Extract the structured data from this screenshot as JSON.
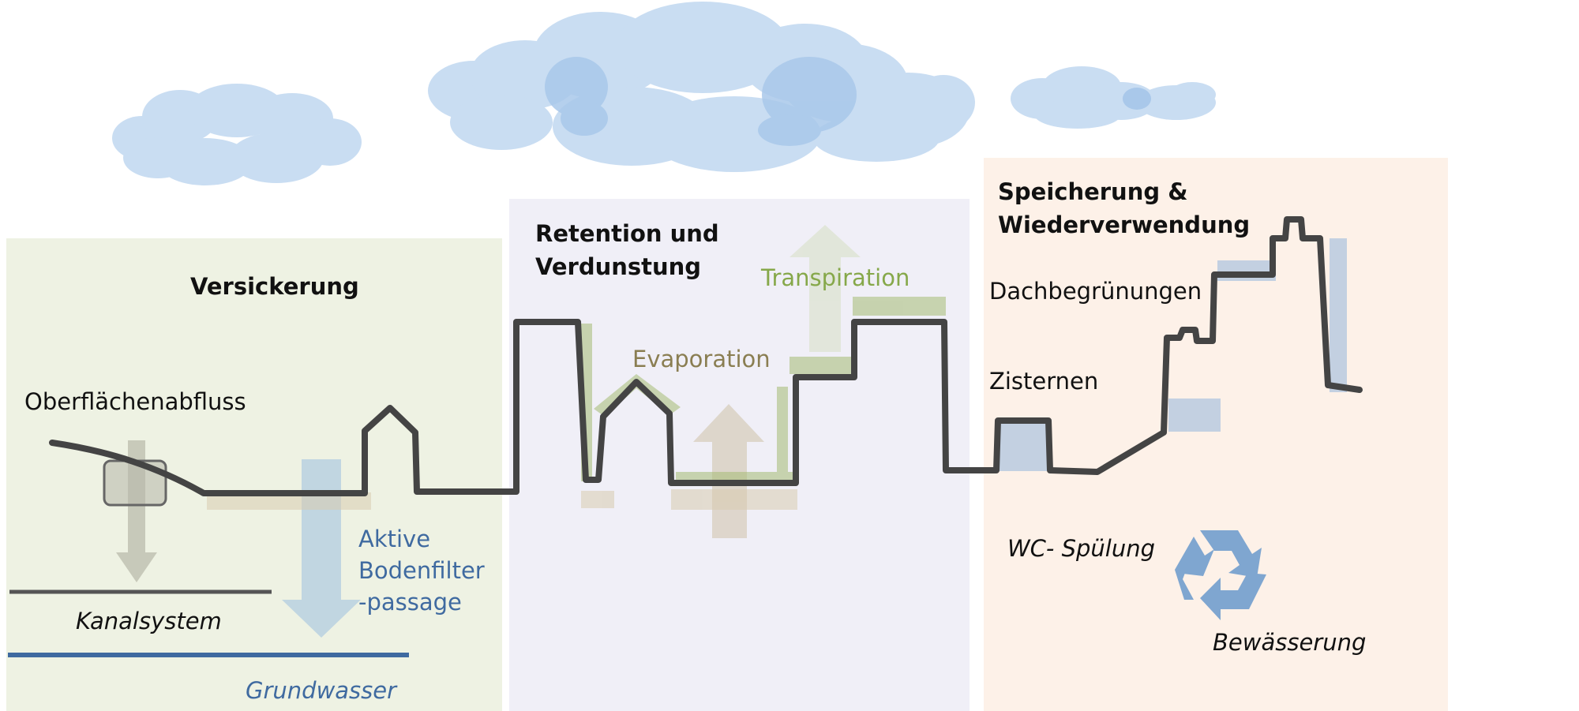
{
  "zones": {
    "versickerung": {
      "title": "Versickerung",
      "runoff_label": "Oberflächenabfluss",
      "filter_label": [
        "Aktive",
        "Bodenfilter",
        "-passage"
      ],
      "sewer_label": "Kanalsystem",
      "groundwater_label": "Grundwasser"
    },
    "retention": {
      "title_line1": "Retention und",
      "title_line2": "Verdunstung",
      "evaporation_label": "Evaporation",
      "transpiration_label": "Transpiration"
    },
    "speicherung": {
      "title_line1": "Speicherung &",
      "title_line2": "Wiederverwendung",
      "greenroof_label": "Dachbegrünungen",
      "cistern_label": "Zisternen",
      "wc_label": "WC- Spülung",
      "irrigation_label": "Bewässerung"
    }
  },
  "colors": {
    "zone_green": "#eef2e3",
    "zone_lavender": "#f0eff7",
    "zone_peach": "#fdf1e8",
    "cloud": "#c9ddf2",
    "cloud_overlap": "#a9c8ea",
    "skyline": "#444444",
    "water_blue": "#3f6aa0",
    "recycle_blue": "#7fa6d0"
  },
  "icons": [
    "cloud-icon",
    "recycle-icon",
    "arrow-down-icon",
    "arrow-up-icon"
  ]
}
